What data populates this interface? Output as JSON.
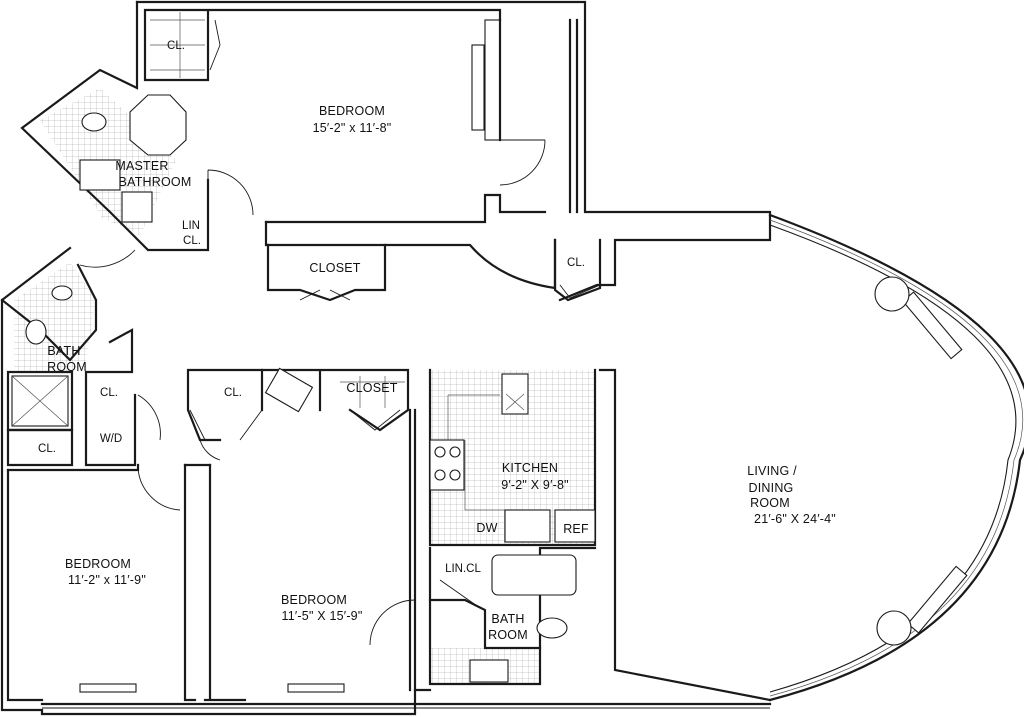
{
  "rooms": {
    "master_bedroom": {
      "name": "BEDROOM",
      "dims": "15′-2\" x 11′-8\""
    },
    "master_bathroom": {
      "line1": "MASTER",
      "line2": "BATHROOM"
    },
    "lin_cl_top": {
      "line1": "LIN",
      "line2": "CL."
    },
    "cl_top_left": "CL.",
    "closet_hall": "CLOSET",
    "cl_hall": "CL.",
    "bath_left": {
      "line1": "BATH",
      "line2": "ROOM"
    },
    "cl_wd": "CL.",
    "wd": "W/D",
    "cl_left": "CL.",
    "cl_mid": "CL.",
    "closet_mid": "CLOSET",
    "kitchen": {
      "name": "KITCHEN",
      "dims": "9′-2\" X 9′-8\""
    },
    "dw": "DW",
    "ref": "REF",
    "living": {
      "line1": "LIVING /",
      "line2": "DINING",
      "line3": "ROOM",
      "dims": "21′-6\" X 24′-4\""
    },
    "bedroom_left": {
      "name": "BEDROOM",
      "dims": "11′-2\" x 11′-9\""
    },
    "bedroom_mid": {
      "name": "BEDROOM",
      "dims": "11′-5\" X 15′-9\""
    },
    "lin_cl_mid": "LIN.CL",
    "bath_mid": {
      "line1": "BATH",
      "line2": "ROOM"
    }
  }
}
